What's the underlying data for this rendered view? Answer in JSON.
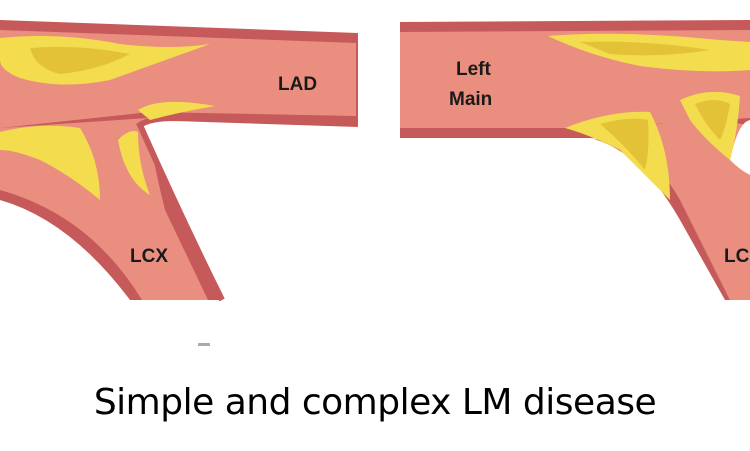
{
  "colors": {
    "vessel_wall": "#c65a5a",
    "vessel_lumen": "#ea8f80",
    "plaque": "#f3dc4e",
    "plaque_core": "#e3c238"
  },
  "left_panel": {
    "label_lad": "LAD",
    "label_lcx": "LCX"
  },
  "right_panel": {
    "label_left_main_line1": "Left",
    "label_left_main_line2": "Main",
    "label_lcx_partial": "LC"
  },
  "caption": "Simple and complex LM disease"
}
